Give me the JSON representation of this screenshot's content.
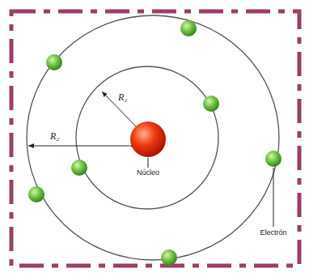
{
  "diagram": {
    "labels": [
      "R₁",
      "R₂",
      "Núcleo",
      "Electrón"
    ]
  }
}
